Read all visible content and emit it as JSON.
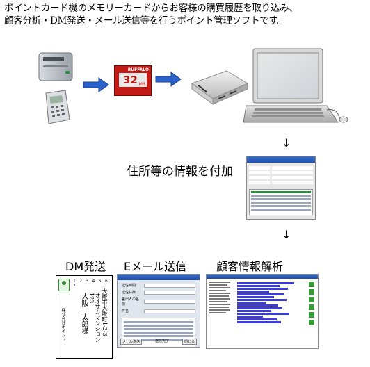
{
  "intro": {
    "line1": "ポイントカード機のメモリーカードからお客様の購買履歴を取り込み、",
    "line2": "顧客分析・DM発送・メール送信等を行うポイント管理ソフトです。"
  },
  "memory_card": {
    "brand": "BUFFALO",
    "capacity": "32",
    "unit": "MB"
  },
  "flow": {
    "down_arrow": "↓",
    "step_caption": "住所等の情報を付加"
  },
  "outputs": {
    "dm_label": "DM発送",
    "email_label": "Eメール送信",
    "analysis_label": "顧客情報解析"
  },
  "dm_card": {
    "postal_code": "1 2 3 4 5 6 7",
    "address": "大阪市大阪町1-2-3",
    "building": "オオサカマンション123",
    "name": "大阪　太郎様",
    "sender": "株式会社ポイント"
  },
  "email_shot": {
    "title": "Eメール送信",
    "fields": [
      "送信時間",
      "送信件数",
      "差出人の名前",
      "件名"
    ],
    "footer_left": "メール送信",
    "footer_mid": "送信完了",
    "footer_right": "閉じる"
  },
  "colors": {
    "arrow_blue": "#2a62c9",
    "laptop_gray": "#c9c9c9",
    "screen_blue": "#1f4fa8"
  }
}
